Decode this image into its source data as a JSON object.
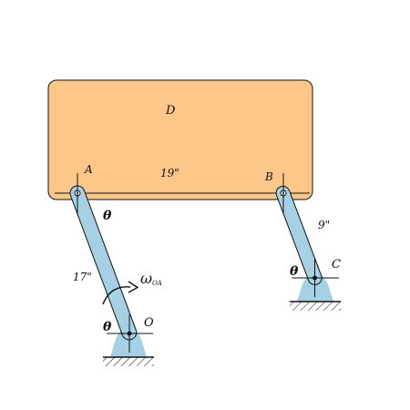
{
  "labels": {
    "plate": "D",
    "point_a": "A",
    "point_b": "B",
    "point_c": "C",
    "point_o": "O",
    "plate_length": "19\"",
    "link_oa_length": "17\"",
    "link_bc_length": "9\"",
    "theta_a": "θ",
    "theta_o": "θ",
    "theta_c": "θ",
    "omega_symbol": "ω",
    "omega_subscript": "OA"
  },
  "colors": {
    "plate_fill": "#FDC78A",
    "link_fill": "#A6D0E4",
    "support_fill": "#A6D0E4",
    "stroke": "#111111"
  },
  "icons": {
    "rotation_arrow": "curved-arrow-clockwise-icon"
  }
}
